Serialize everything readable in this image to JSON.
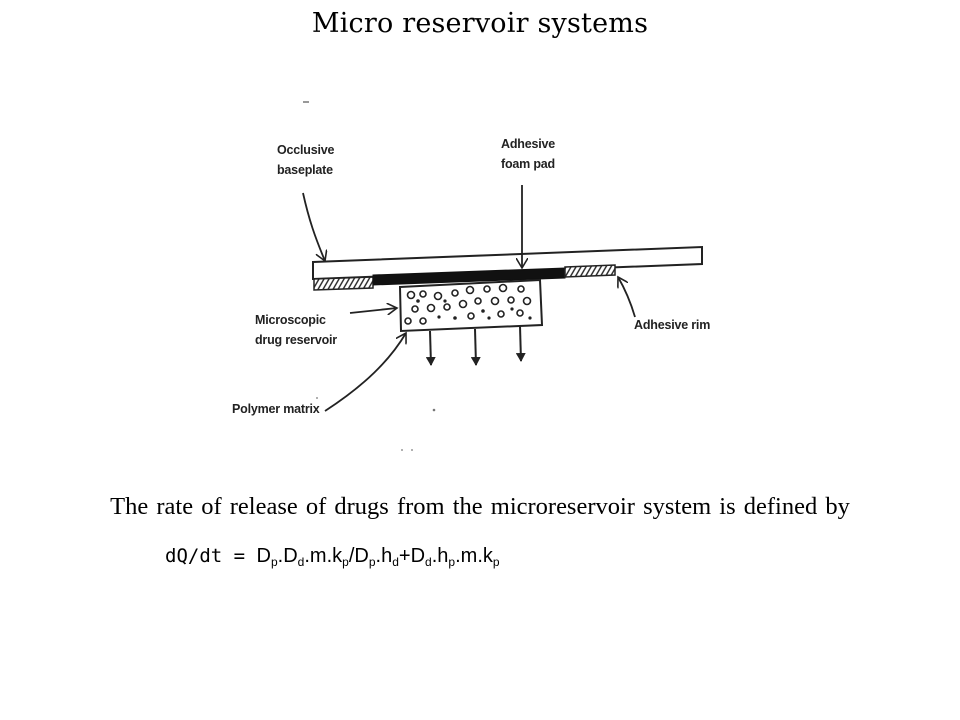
{
  "title": "Micro reservoir systems",
  "diagram": {
    "labels": {
      "occlusive_line1": "Occlusive",
      "occlusive_line2": "baseplate",
      "adhesive_pad_line1": "Adhesive",
      "adhesive_pad_line2": "foam pad",
      "microscopic_line1": "Microscopic",
      "microscopic_line2": "drug reservoir",
      "polymer_matrix": "Polymer matrix",
      "adhesive_rim": "Adhesive rim"
    }
  },
  "description": "The rate of release of drugs from the microreservoir system is defined by",
  "equation": {
    "lhs": "dQ/dt = ",
    "terms": [
      {
        "base": "D",
        "sub": "p",
        "after": "."
      },
      {
        "base": "D",
        "sub": "d",
        "after": ".m."
      },
      {
        "base": "k",
        "sub": "p",
        "after": "/"
      },
      {
        "base": "D",
        "sub": "p",
        "after": "."
      },
      {
        "base": "h",
        "sub": "d",
        "after": "+"
      },
      {
        "base": "D",
        "sub": "d",
        "after": "."
      },
      {
        "base": "h",
        "sub": "p",
        "after": ".m."
      },
      {
        "base": "k",
        "sub": "p",
        "after": ""
      }
    ]
  }
}
